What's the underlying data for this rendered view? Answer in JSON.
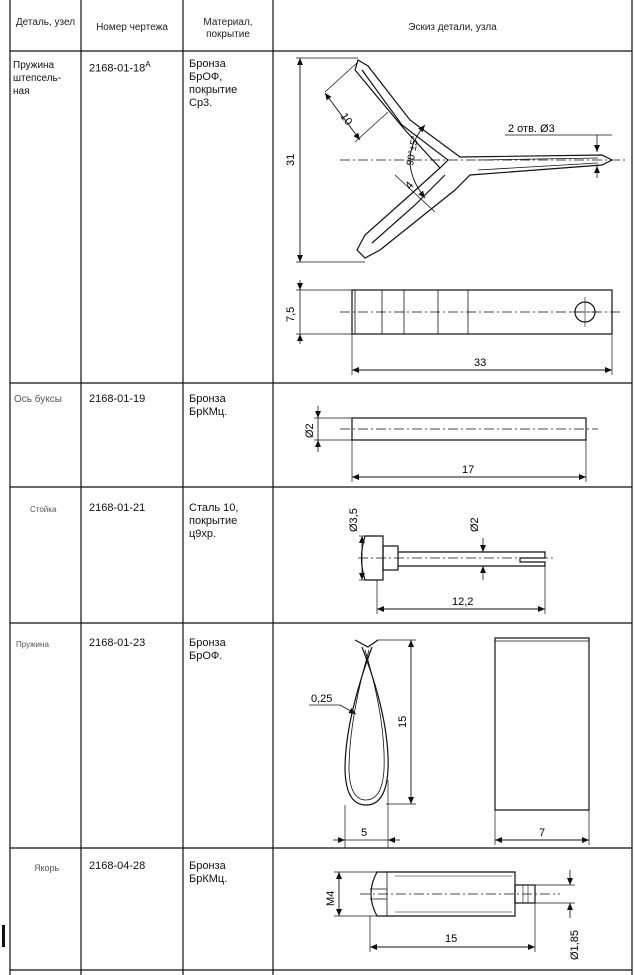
{
  "header": {
    "col1": "Деталь, узел",
    "col2": "Номер чертежа",
    "col3": "Материал, покрытие",
    "col4": "Эскиз детали, узла"
  },
  "rows": [
    {
      "name_lines": [
        "Пружина",
        "штепсель-",
        "ная"
      ],
      "drawing": "2168-01-18",
      "drawing_sup": "А",
      "material_lines": [
        "Бронза",
        "БрОФ,",
        "покрытие",
        "Ср3."
      ],
      "dims": {
        "a": "10",
        "b": "2 отв. Ø3",
        "c": "90°±5°",
        "d": "4",
        "e": "31",
        "f": "7,5",
        "g": "33"
      }
    },
    {
      "name_lines": [
        "Ось буксы"
      ],
      "drawing": "2168-01-19",
      "material_lines": [
        "Бронза",
        "БрКМц."
      ],
      "dims": {
        "a": "Ø2",
        "b": "17"
      }
    },
    {
      "name_lines": [
        "Стойка"
      ],
      "drawing": "2168-01-21",
      "material_lines": [
        "Сталь 10,",
        "покрытие",
        "ц9хр."
      ],
      "dims": {
        "a": "Ø3,5",
        "b": "Ø2",
        "c": "12,2"
      }
    },
    {
      "name_lines": [
        "Пружина"
      ],
      "drawing": "2168-01-23",
      "material_lines": [
        "Бронза",
        "БрОФ."
      ],
      "dims": {
        "a": "0,25",
        "b": "15",
        "c": "5",
        "d": "7"
      }
    },
    {
      "name_lines": [
        "Якорь"
      ],
      "drawing": "2168-04-28",
      "material_lines": [
        "Бронза",
        "БрКМц."
      ],
      "dims": {
        "a": "М4",
        "b": "15",
        "c": "Ø1,85"
      }
    }
  ]
}
